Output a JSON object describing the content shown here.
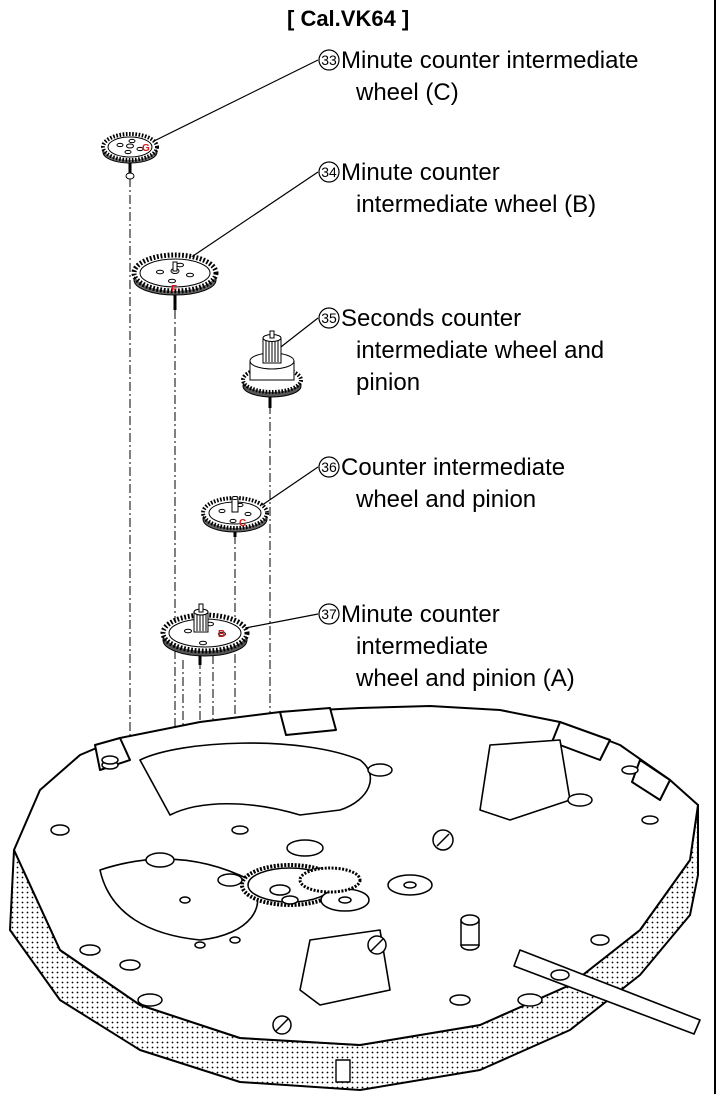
{
  "title": "[ Cal.VK64 ]",
  "callouts": [
    {
      "number": "33",
      "lines": [
        "Minute counter intermediate",
        "wheel (C)"
      ]
    },
    {
      "number": "34",
      "lines": [
        "Minute counter",
        "intermediate wheel (B)"
      ]
    },
    {
      "number": "35",
      "lines": [
        "Seconds counter",
        "intermediate wheel and",
        "pinion"
      ]
    },
    {
      "number": "36",
      "lines": [
        "Counter intermediate",
        "wheel and pinion"
      ]
    },
    {
      "number": "37",
      "lines": [
        "Minute counter",
        "intermediate",
        "wheel and pinion (A)"
      ]
    }
  ],
  "gear_letters": {
    "g33": "G",
    "g34": "F",
    "g36": "C",
    "g37": "B"
  },
  "colors": {
    "ink": "#000000",
    "gear_letter": "#d01818",
    "background": "#ffffff"
  }
}
